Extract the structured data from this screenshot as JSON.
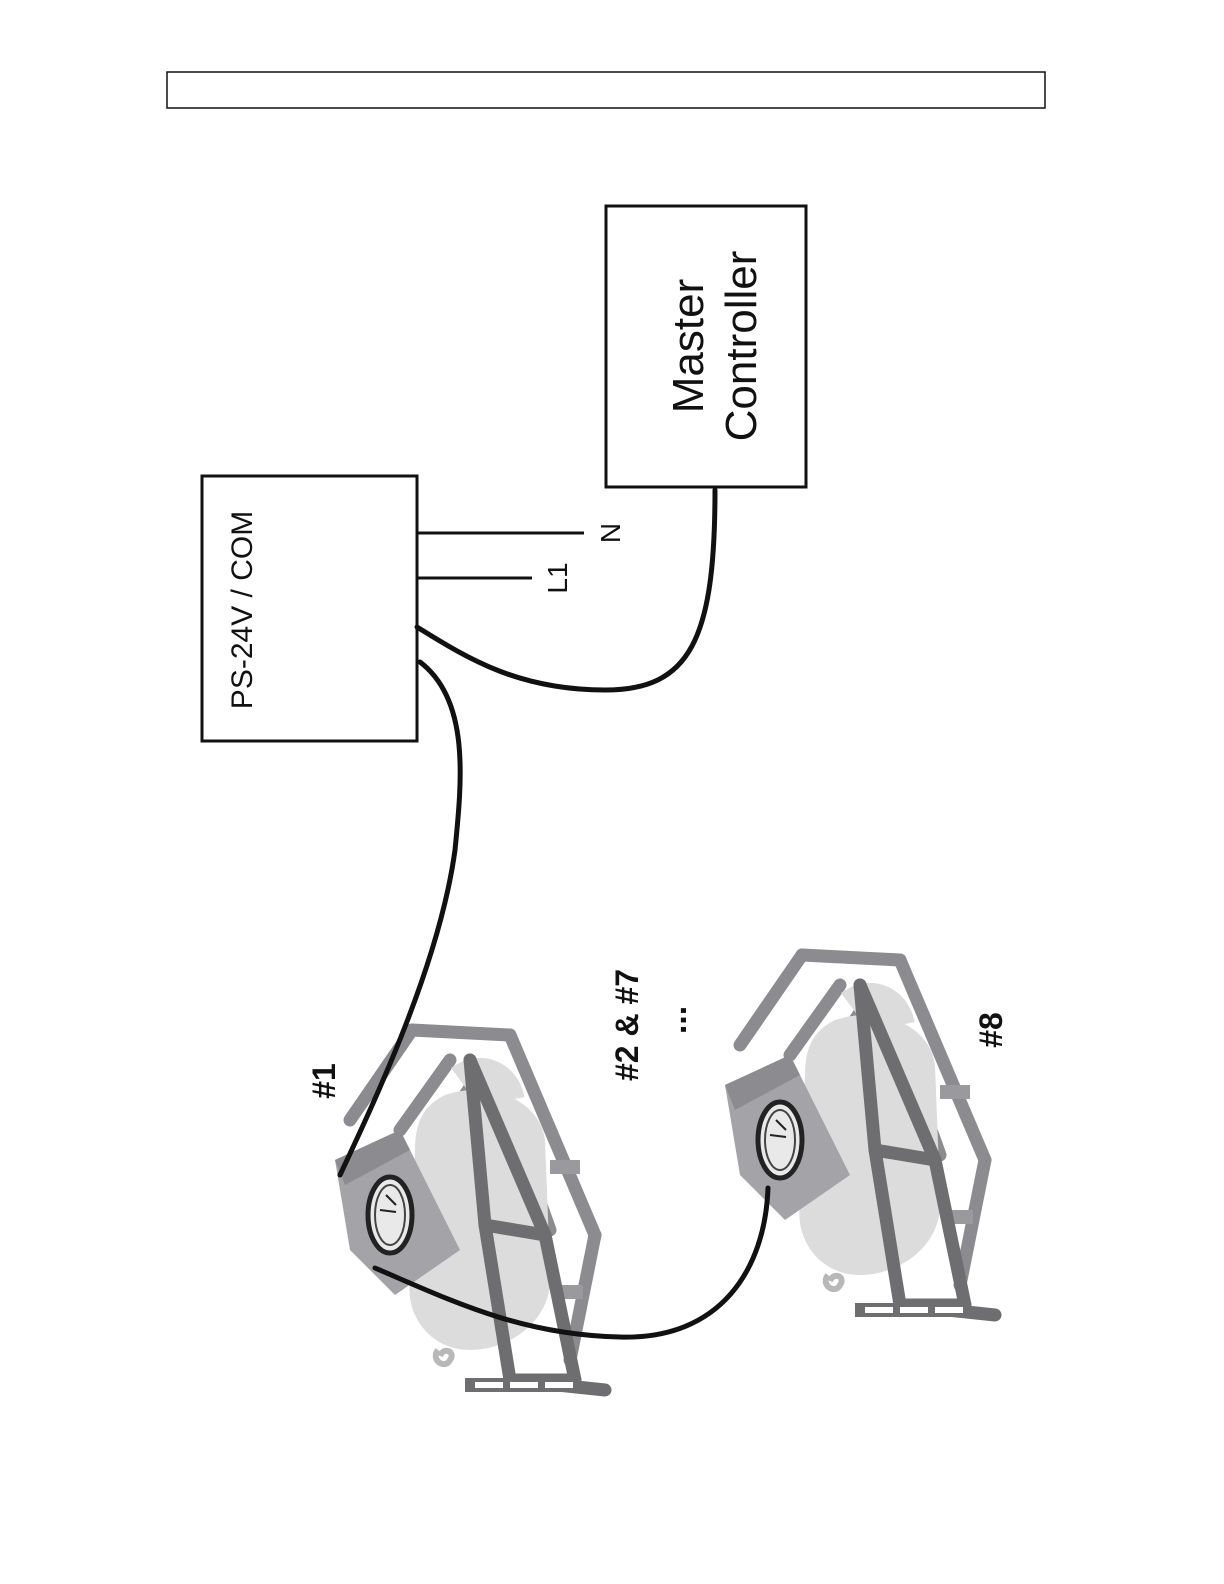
{
  "power_supply": {
    "label": "PS-24V / COM"
  },
  "terminals": {
    "l1": "L1",
    "n": "N"
  },
  "controller": {
    "line1": "Master",
    "line2": "Controller"
  },
  "units": {
    "unit1": "#1",
    "middle": "#2 & #7",
    "ellipsis": "...",
    "unit8": "#8"
  },
  "colors": {
    "line": "#111111",
    "frame_dark": "#6e6e70",
    "frame_mid": "#8c8c90",
    "plate": "#a4a4a8",
    "tank": "#dcdcdc",
    "gauge": "#cfcfcf"
  },
  "icons": {
    "actuator": "air-compressor-actuator-icon"
  }
}
